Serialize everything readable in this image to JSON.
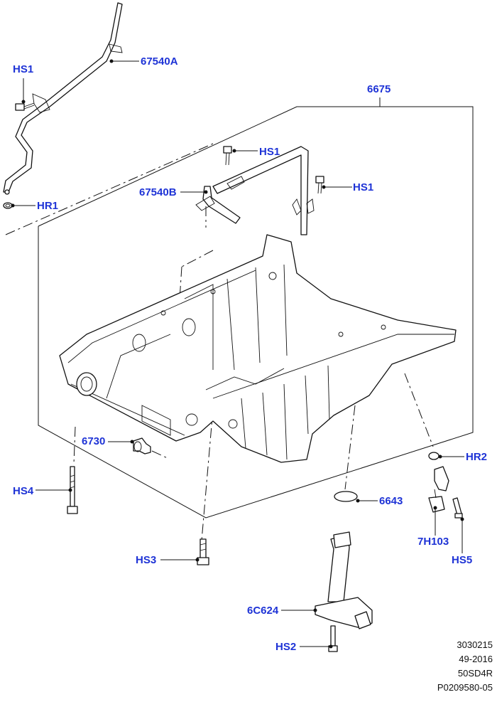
{
  "callouts": {
    "hs1_top": "HS1",
    "p67540a": "67540A",
    "hr1": "HR1",
    "p6675": "6675",
    "hs1_mid": "HS1",
    "hs1_right": "HS1",
    "p67540b": "67540B",
    "p6730": "6730",
    "hr2": "HR2",
    "hs4": "HS4",
    "p6643": "6643",
    "p7h103": "7H103",
    "hs5": "HS5",
    "hs3": "HS3",
    "p6c624": "6C624",
    "hs2": "HS2"
  },
  "reference": {
    "line1": "3030215",
    "line2": "49-2016",
    "line3": "50SD4R",
    "line4": "P0209580-05"
  },
  "colors": {
    "callout_text": "#1e33d6",
    "linework": "#111111",
    "background": "#ffffff"
  }
}
